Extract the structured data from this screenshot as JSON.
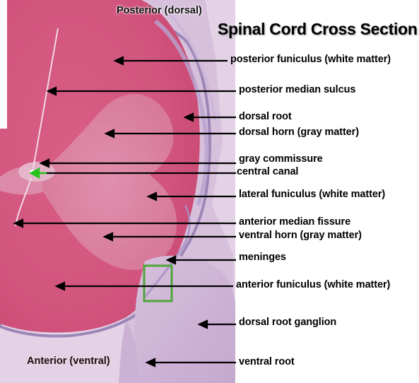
{
  "title": "Spinal Cord Cross Section",
  "orientation": {
    "top": "Posterior (dorsal)",
    "bottom": "Anterior (ventral)"
  },
  "labels": [
    {
      "id": "posterior-funiculus",
      "text": "posterior funiculus (white matter)"
    },
    {
      "id": "posterior-median-sulcus",
      "text": "posterior median sulcus"
    },
    {
      "id": "dorsal-root",
      "text": "dorsal root"
    },
    {
      "id": "dorsal-horn",
      "text": "dorsal horn (gray matter)"
    },
    {
      "id": "gray-commissure",
      "text": "gray commissure"
    },
    {
      "id": "central-canal",
      "text": "central canal"
    },
    {
      "id": "lateral-funiculus",
      "text": "lateral funiculus (white matter)"
    },
    {
      "id": "anterior-median-fissure",
      "text": "anterior median fissure"
    },
    {
      "id": "ventral-horn",
      "text": "ventral horn (gray matter)"
    },
    {
      "id": "meninges",
      "text": "meninges"
    },
    {
      "id": "anterior-funiculus",
      "text": "anterior funiculus (white matter)"
    },
    {
      "id": "dorsal-root-ganglion",
      "text": "dorsal root ganglion"
    },
    {
      "id": "ventral-root",
      "text": "ventral root"
    }
  ],
  "colors": {
    "white_matter": "#d2587f",
    "gray_matter": "#dc8cab",
    "tissue_light": "#dcc6e2",
    "background": "#ffffff",
    "arrow": "#000000",
    "central_canal_arrow": "#22c41c",
    "highlight_box": "#4fa53a"
  }
}
